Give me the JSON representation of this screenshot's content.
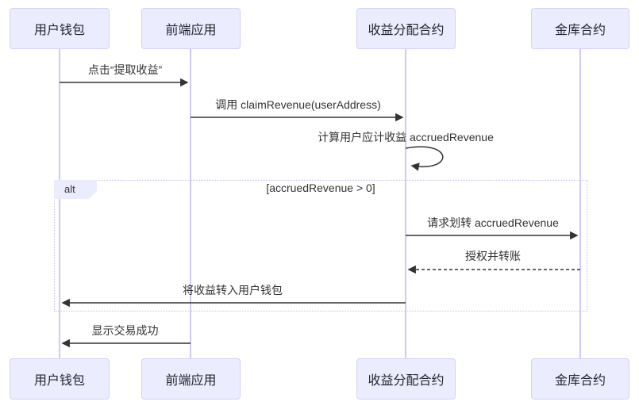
{
  "diagram": {
    "type": "sequence-diagram",
    "actors": [
      {
        "name": "用户钱包"
      },
      {
        "name": "前端应用"
      },
      {
        "name": "收益分配合约"
      },
      {
        "name": "金库合约"
      }
    ],
    "messages": [
      {
        "label": "点击“提取收益”",
        "from": "用户钱包",
        "to": "前端应用",
        "line": "solid"
      },
      {
        "label": "调用 claimRevenue(userAddress)",
        "from": "前端应用",
        "to": "收益分配合约",
        "line": "solid"
      },
      {
        "label": "计算用户应计收益 accruedRevenue",
        "from": "收益分配合约",
        "to": "收益分配合约",
        "line": "self"
      },
      {
        "label": "请求划转 accruedRevenue",
        "from": "收益分配合约",
        "to": "金库合约",
        "line": "solid"
      },
      {
        "label": "授权并转账",
        "from": "金库合约",
        "to": "收益分配合约",
        "line": "dashed"
      },
      {
        "label": "将收益转入用户钱包",
        "from": "收益分配合约",
        "to": "用户钱包",
        "line": "solid"
      },
      {
        "label": "显示交易成功",
        "from": "前端应用",
        "to": "用户钱包",
        "line": "solid"
      }
    ],
    "fragment": {
      "operator": "alt",
      "condition": "[accruedRevenue > 0]"
    },
    "colors": {
      "actor_fill": "#ECECFF",
      "actor_border": "#D6D0F5",
      "lifeline": "#D0C9F2",
      "frame_border": "#C8C2EA",
      "arrow": "#333333",
      "text": "#333333"
    }
  }
}
